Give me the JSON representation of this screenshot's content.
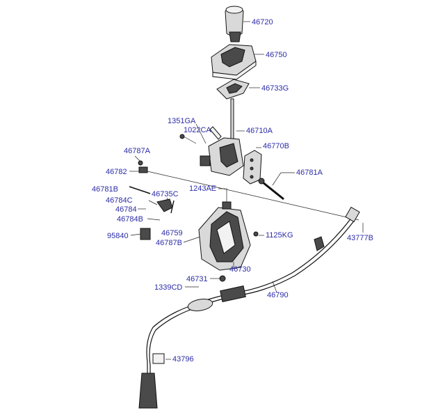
{
  "labels": {
    "p46720": "46720",
    "p46750": "46750",
    "p46733G": "46733G",
    "p1351GA": "1351GA",
    "p1022CA": "1022CA",
    "p46710A": "46710A",
    "p46770B": "46770B",
    "p46787A": "46787A",
    "p46782": "46782",
    "p46781A": "46781A",
    "p46781B": "46781B",
    "p1243AE": "1243AE",
    "p46735C": "46735C",
    "p46784C": "46784C",
    "p46784": "46784",
    "p46784B": "46784B",
    "p46759": "46759",
    "p95840": "95840",
    "p46787B": "46787B",
    "p1125KG": "1125KG",
    "p43777B": "43777B",
    "p46730": "46730",
    "p46731": "46731",
    "p1339CD": "1339CD",
    "p46790": "46790",
    "p43796": "43796"
  }
}
